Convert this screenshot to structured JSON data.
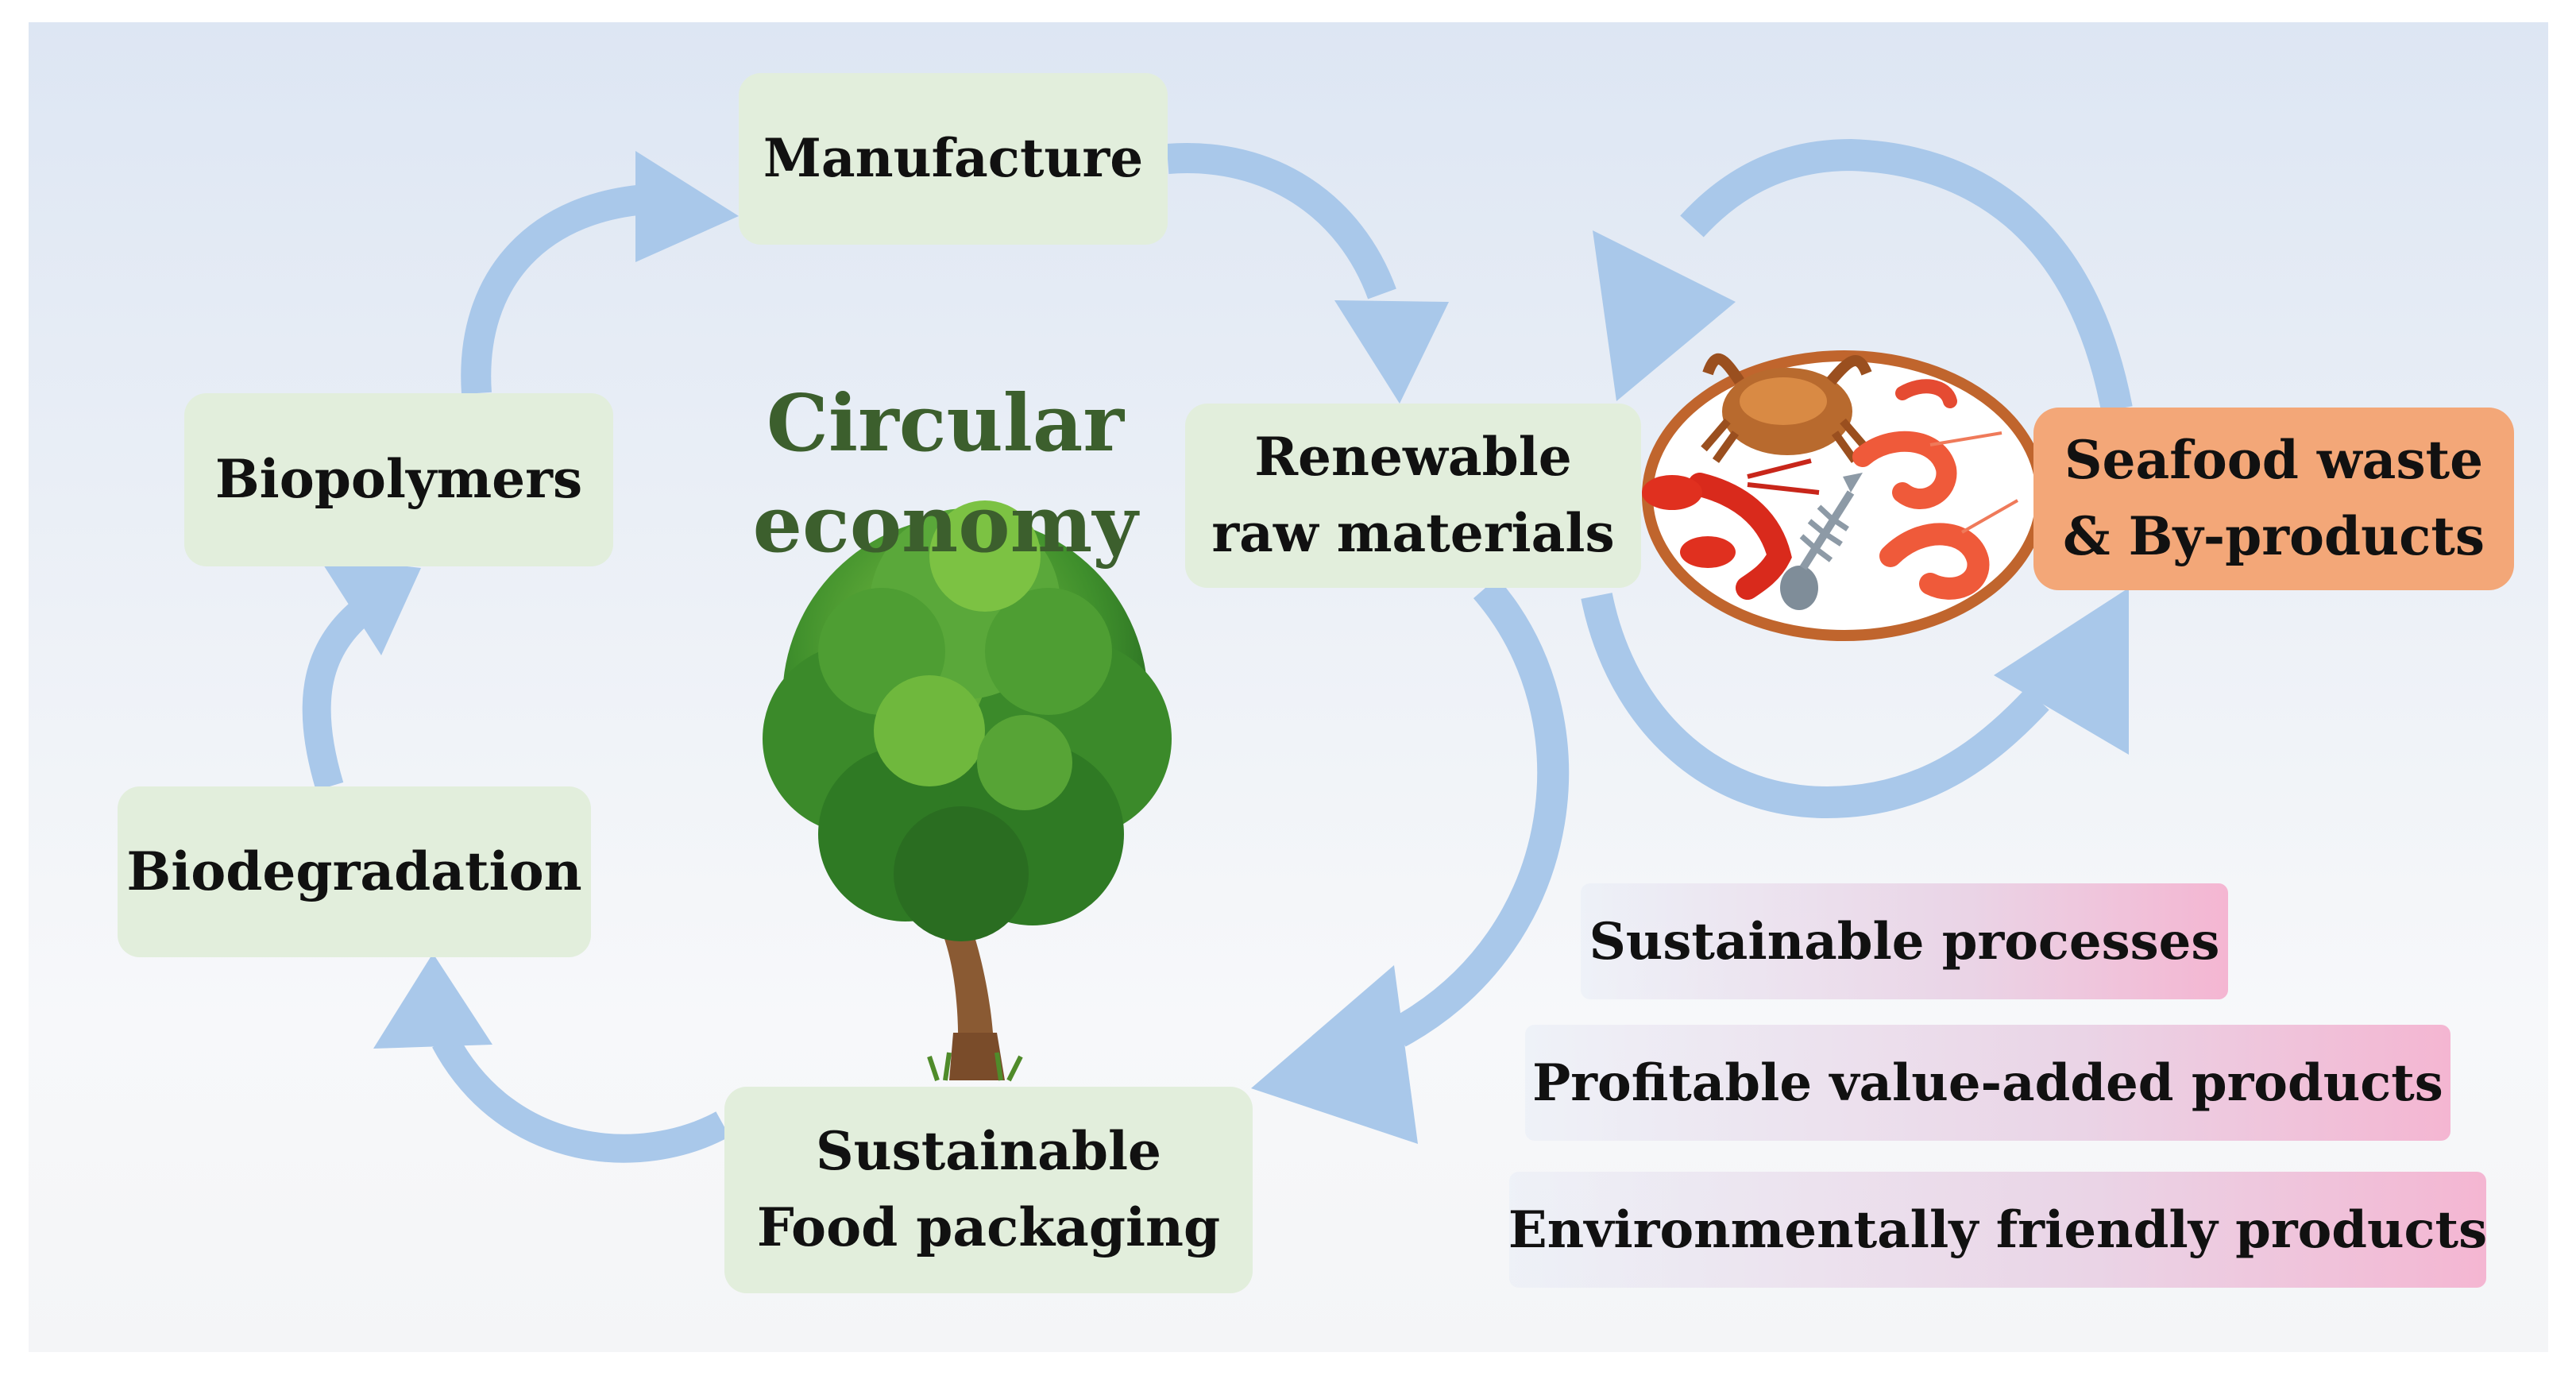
{
  "title": {
    "line1": "Circular",
    "line2": "economy"
  },
  "nodes": {
    "manufacture": "Manufacture",
    "renewable": {
      "line1": "Renewable",
      "line2": "raw materials"
    },
    "biopolymers": "Biopolymers",
    "biodegradation": "Biodegradation",
    "packaging": {
      "line1": "Sustainable",
      "line2": "Food packaging"
    },
    "seafood": {
      "line1": "Seafood waste",
      "line2": "& By-products"
    }
  },
  "benefits": [
    "Sustainable processes",
    "Profitable value-added products",
    "Environmentally friendly products"
  ],
  "colors": {
    "arrow": "#a9c8ea",
    "green_box": "#e2eedc",
    "orange_box": "#f3a778",
    "title": "#3c5f2d",
    "ring": "#c0652d",
    "benefit_pink": "#f4b6d2"
  },
  "icons": [
    "tree-illustration",
    "seafood-circle",
    "crab-icon",
    "lobster-icon",
    "shrimp-icon",
    "fish-bone-icon"
  ]
}
